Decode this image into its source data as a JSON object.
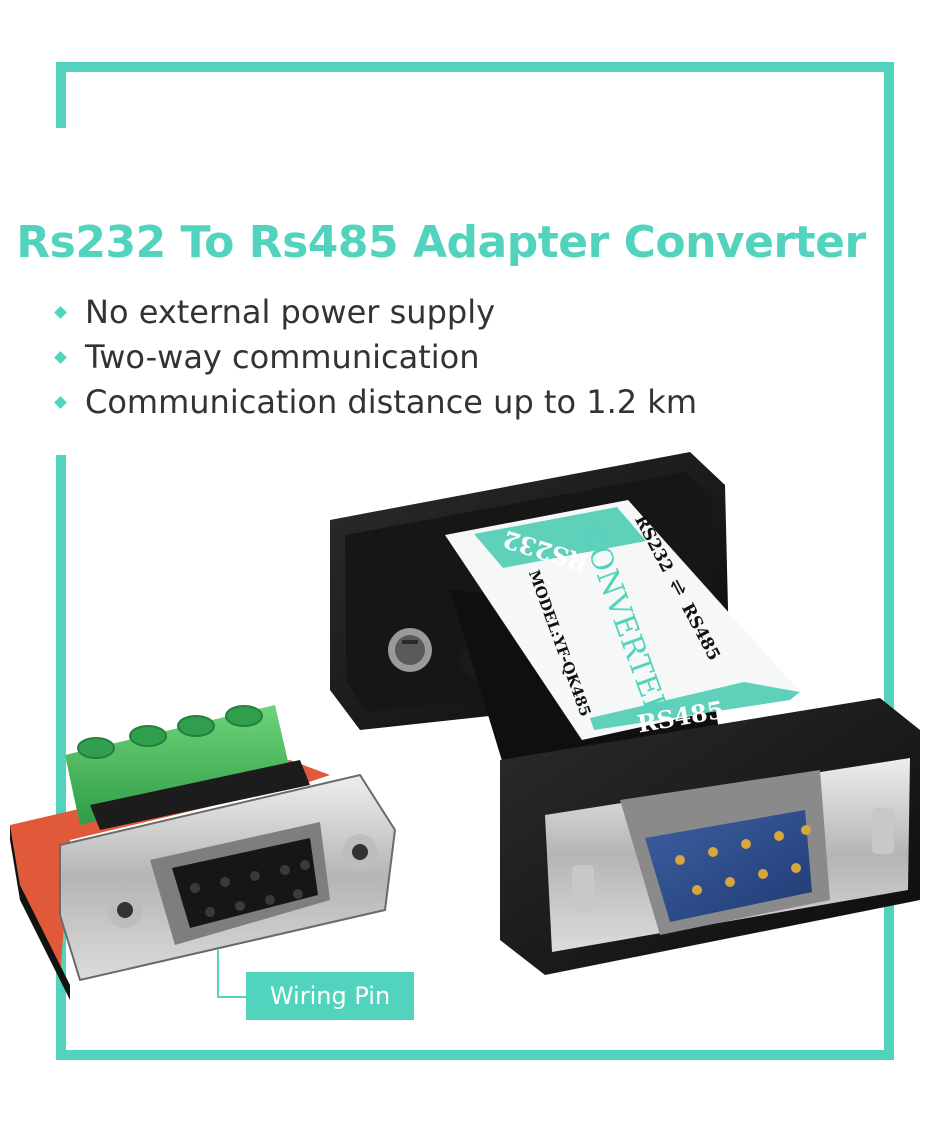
{
  "colors": {
    "accent": "#52d3bd",
    "text": "#333333"
  },
  "title": "Rs232 To Rs485 Adapter Converter",
  "features": [
    "No external power supply",
    "Two-way communication",
    "Communication distance up to 1.2 km"
  ],
  "label": {
    "top": "RS232",
    "main": "CONVERTER",
    "direction_left": "RS232",
    "direction_arrow": "⇌",
    "direction_right": "RS485",
    "model": "MODEL:YF-QK485",
    "bottom": "RS485"
  },
  "callout": "Wiring Pin"
}
